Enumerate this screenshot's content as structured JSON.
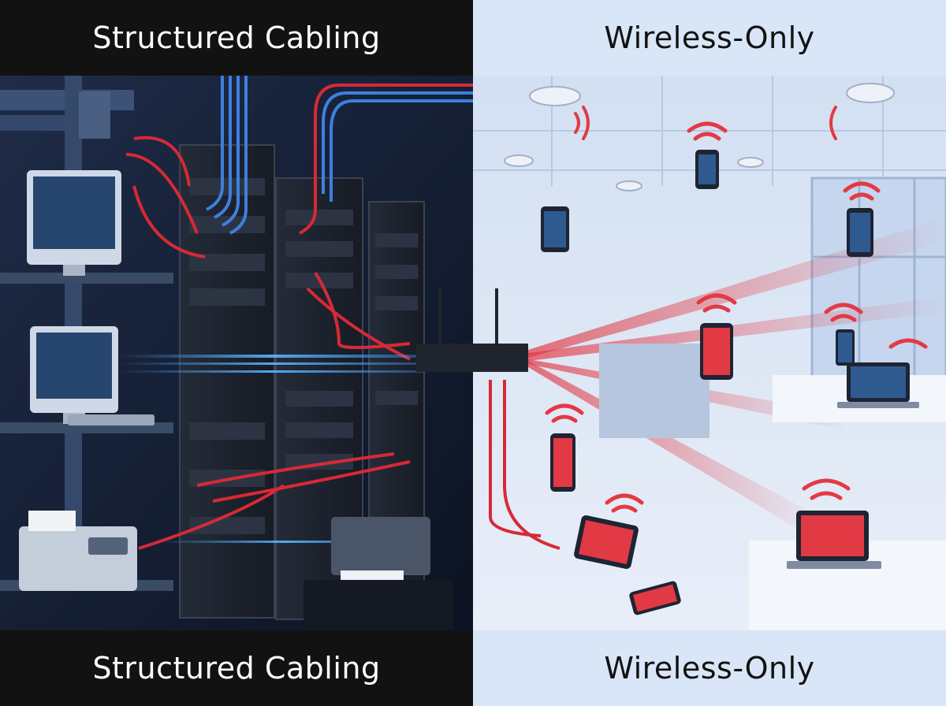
{
  "panels": {
    "left": {
      "title_top": "Structured Cabling",
      "title_bottom": "Structured Cabling"
    },
    "right": {
      "title_top": "Wireless-Only",
      "title_bottom": "Wireless-Only"
    }
  },
  "colors": {
    "left_background": "#0b0f1a",
    "right_background": "#d6e2f4",
    "cable_red": "#d62a35",
    "cable_blue": "#3e7fe0",
    "signal_red": "#e23a45"
  },
  "icons": [
    "server-rack-icon",
    "monitor-icon",
    "printer-icon",
    "router-icon",
    "ceiling-access-point-icon",
    "tablet-icon",
    "smartphone-icon",
    "laptop-icon",
    "wifi-signal-icon"
  ]
}
